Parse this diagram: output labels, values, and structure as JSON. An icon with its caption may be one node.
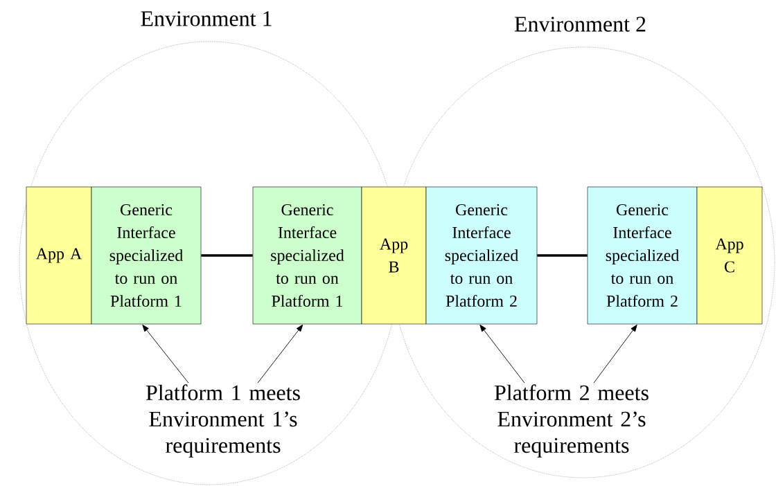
{
  "diagram": {
    "nodes": [
      {
        "text": [
          "Environment 1"
        ]
      },
      {
        "text": [
          "Environment 2"
        ]
      },
      {
        "text": [
          "App A"
        ],
        "in": 0
      },
      {
        "text": [
          "Generic Interface specialized to run on Platform 1"
        ],
        "in": 0
      },
      {
        "text": [
          "Generic Interface specialized to run on Platform 1"
        ],
        "in": 0
      },
      {
        "text": [
          "App B"
        ]
      },
      {
        "text": [
          "Generic Interface specialized to run on Platform 2"
        ],
        "in": 1
      },
      {
        "text": [
          "Generic Interface specialized to run on Platform 2"
        ],
        "in": 1
      },
      {
        "text": [
          "App C"
        ],
        "in": 1
      },
      {
        "text": [
          "Platform 1 meets Environment 1’s requirements"
        ],
        "in": 0
      },
      {
        "text": [
          "Platform 2 meets Environment 2’s requirements"
        ],
        "in": 1
      }
    ],
    "edges": [
      {
        "from": 3,
        "to": 4,
        "arrow": "none",
        "style": "thick"
      },
      {
        "from": 6,
        "to": 7,
        "arrow": "none",
        "style": "thick"
      },
      {
        "from": 9,
        "to": 3,
        "arrow": "to"
      },
      {
        "from": 9,
        "to": 4,
        "arrow": "to"
      },
      {
        "from": 10,
        "to": 6,
        "arrow": "to"
      },
      {
        "from": 10,
        "to": 7,
        "arrow": "to"
      }
    ]
  }
}
